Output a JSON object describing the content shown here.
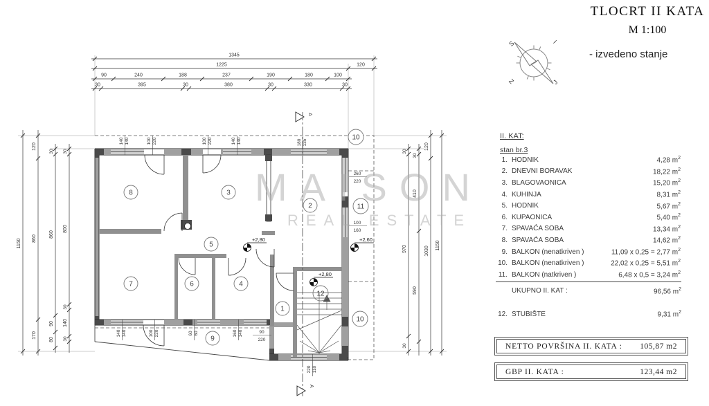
{
  "header": {
    "title": "TLOCRT II KATA",
    "scale": "M 1:100",
    "note": "- izvedeno stanje"
  },
  "compass": {
    "n": "S",
    "e": "I",
    "w": "Z",
    "s": "J"
  },
  "watermark": {
    "line1": "MAISON",
    "line2": "REAL ESTATE"
  },
  "legend": {
    "floor_heading": "II. KAT:",
    "unit_heading": "stan br.3",
    "rooms": [
      {
        "no": "1.",
        "name": "HODNIK",
        "value": "4,28 m",
        "sup": "2"
      },
      {
        "no": "2.",
        "name": "DNEVNI BORAVAK",
        "value": "18,22 m",
        "sup": "2"
      },
      {
        "no": "3.",
        "name": "BLAGOVAONICA",
        "value": "15,20 m",
        "sup": "2"
      },
      {
        "no": "4.",
        "name": "KUHINJA",
        "value": "8,31 m",
        "sup": "2"
      },
      {
        "no": "5.",
        "name": "HODNIK",
        "value": "5,67 m",
        "sup": "2"
      },
      {
        "no": "6.",
        "name": "KUPAONICA",
        "value": "5,40 m",
        "sup": "2"
      },
      {
        "no": "7.",
        "name": "SPAVAĆA SOBA",
        "value": "13,34 m",
        "sup": "2"
      },
      {
        "no": "8.",
        "name": "SPAVAĆA SOBA",
        "value": "14,62 m",
        "sup": "2"
      },
      {
        "no": "9.",
        "name": "BALKON (nenatkriven )",
        "value": "11,09 x 0,25 = 2,77 m",
        "sup": "2"
      },
      {
        "no": "10.",
        "name": "BALKON (nenatkriven )",
        "value": "22,02 x 0,25 = 5,51 m",
        "sup": "2"
      },
      {
        "no": "11.",
        "name": "BALKON (natkriven )",
        "value": "6,48 x 0,5 = 3,24 m",
        "sup": "2"
      }
    ],
    "total_label": "UKUPNO II. KAT :",
    "total_value": "96,56 m",
    "total_sup": "2",
    "stair_no": "12.",
    "stair_name": "STUBIŠTE",
    "stair_value": "9,31 m",
    "stair_sup": "2",
    "netto_label": "NETTO POVRŠINA II. KATA :",
    "netto_value": "105,87 m2",
    "gbp_label": "GBP II. KATA :",
    "gbp_value": "123,44 m2"
  },
  "plan": {
    "section_label": "A",
    "rooms": {
      "r1": "1",
      "r2": "2",
      "r3": "3",
      "r4": "4",
      "r5": "5",
      "r6": "6",
      "r7": "7",
      "r8": "8",
      "r9": "9",
      "r10": "10",
      "r10b": "10",
      "r11": "11",
      "r12": "12"
    },
    "levels": {
      "m1": "+2,80",
      "m2": "+2,60",
      "m3": "+2,80"
    },
    "dims_top": {
      "total": "1345",
      "row2": [
        "1225",
        "120"
      ],
      "row3": [
        "90",
        "240",
        "188",
        "237",
        "190",
        "180",
        "100"
      ],
      "row4": [
        "30",
        "395",
        "30",
        "380",
        "30",
        "330",
        "30"
      ]
    },
    "dims_left": {
      "total": "1150",
      "chain_b": [
        "120",
        "860",
        "170"
      ],
      "chain_c": [
        "30",
        "860",
        "90",
        "80"
      ],
      "chain_d": [
        "30",
        "800",
        "30",
        "140",
        "30"
      ]
    },
    "dims_right": {
      "chain1": [
        "30",
        "970",
        "30"
      ],
      "chain2": [
        "30",
        "410",
        "590"
      ],
      "chain3": [
        "120",
        "1030"
      ],
      "total": "1150"
    },
    "openings_top": [
      [
        "140",
        "140"
      ],
      [
        "100",
        "220"
      ],
      [
        "100",
        "220"
      ],
      [
        "140",
        "140"
      ],
      [
        "180",
        "135"
      ]
    ],
    "openings_bottom": [
      [
        "140",
        "140"
      ],
      [
        "100",
        "220"
      ],
      [
        "60",
        "60"
      ],
      [
        "160",
        "140"
      ]
    ],
    "openings_right": [
      [
        "260",
        "220"
      ],
      [
        "100",
        "160"
      ]
    ],
    "opening_stair": [
      "220",
      "110"
    ],
    "opening_door1": [
      "90",
      "220"
    ]
  }
}
